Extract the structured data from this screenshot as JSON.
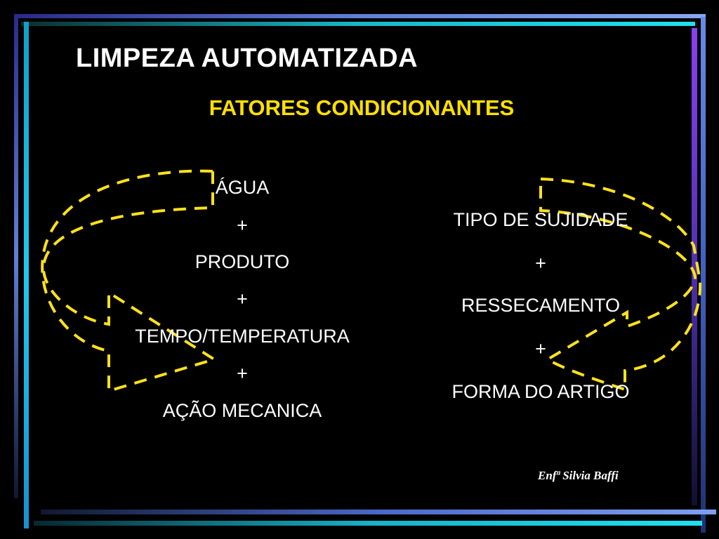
{
  "header": {
    "title": "LIMPEZA AUTOMATIZADA",
    "subtitle": "FATORES CONDICIONANTES"
  },
  "left_factors": {
    "item1": "ÁGUA",
    "plus1": "+",
    "item2": "PRODUTO",
    "plus2": "+",
    "item3": "TEMPO/TEMPERATURA",
    "plus3": "+",
    "item4": "AÇÃO MECANICA"
  },
  "right_factors": {
    "item1": "TIPO DE SUJIDADE",
    "plus1": "+",
    "item2": "RESSECAMENTO",
    "plus2": "+",
    "item3": "FORMA DO ARTIGO"
  },
  "footer": {
    "author": "Enfª Silvia Baffi"
  },
  "colors": {
    "background": "#000000",
    "title": "#ffffff",
    "subtitle": "#ffe000",
    "arrow_dash": "#ffe21a"
  }
}
